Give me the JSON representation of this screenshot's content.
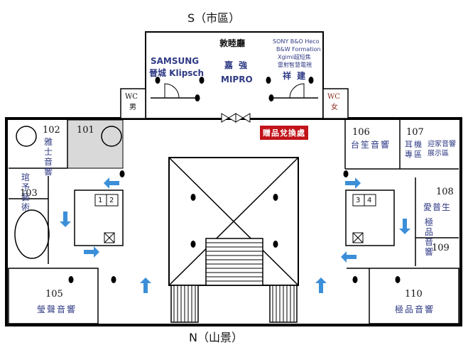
{
  "compass": {
    "south": "S（市區）",
    "north": "N（山景）"
  },
  "hall": {
    "center_name": "敦睦廳",
    "left_brand": "SAMSUNG",
    "left_names": "晉城  Klipsch",
    "center_label": "嘉  強",
    "center_brand": "MIPRO",
    "right_brands_1": "SONY  B&O  Heco",
    "right_brands_2": "B&W Formation",
    "right_brands_3": "Xgimi超短焦",
    "right_brands_4": "雷射智慧電視",
    "right_name": "祥  建"
  },
  "wc": {
    "left_label": "WC",
    "left_sub": "男",
    "right_label": "WC",
    "right_sub": "女"
  },
  "gift_exchange": "贈品兌換處",
  "rooms": {
    "r101": {
      "number": "101"
    },
    "r102": {
      "number": "102",
      "name": "雅士音響"
    },
    "r103": {
      "number": "103",
      "name": "琯予藝術"
    },
    "r105": {
      "number": "105",
      "name": "瑩聲音響"
    },
    "r106": {
      "number": "106",
      "name": "台笙音響"
    },
    "r107": {
      "number": "107",
      "name_1": "耳機專區",
      "name_2": "迎家音響展示區"
    },
    "r108": {
      "number": "108",
      "name": "愛普生"
    },
    "r109": {
      "number": "109",
      "name": "極品音響"
    },
    "r110": {
      "number": "110",
      "name": "極品音響"
    }
  },
  "elevators": {
    "left": [
      "1",
      "2"
    ],
    "right": [
      "3",
      "4"
    ]
  },
  "colors": {
    "label_navy": "#2f3a84",
    "arrow_blue": "#3b8fd9",
    "gift_red": "#c2141b",
    "room_101_fill": "#d9d9d9"
  }
}
